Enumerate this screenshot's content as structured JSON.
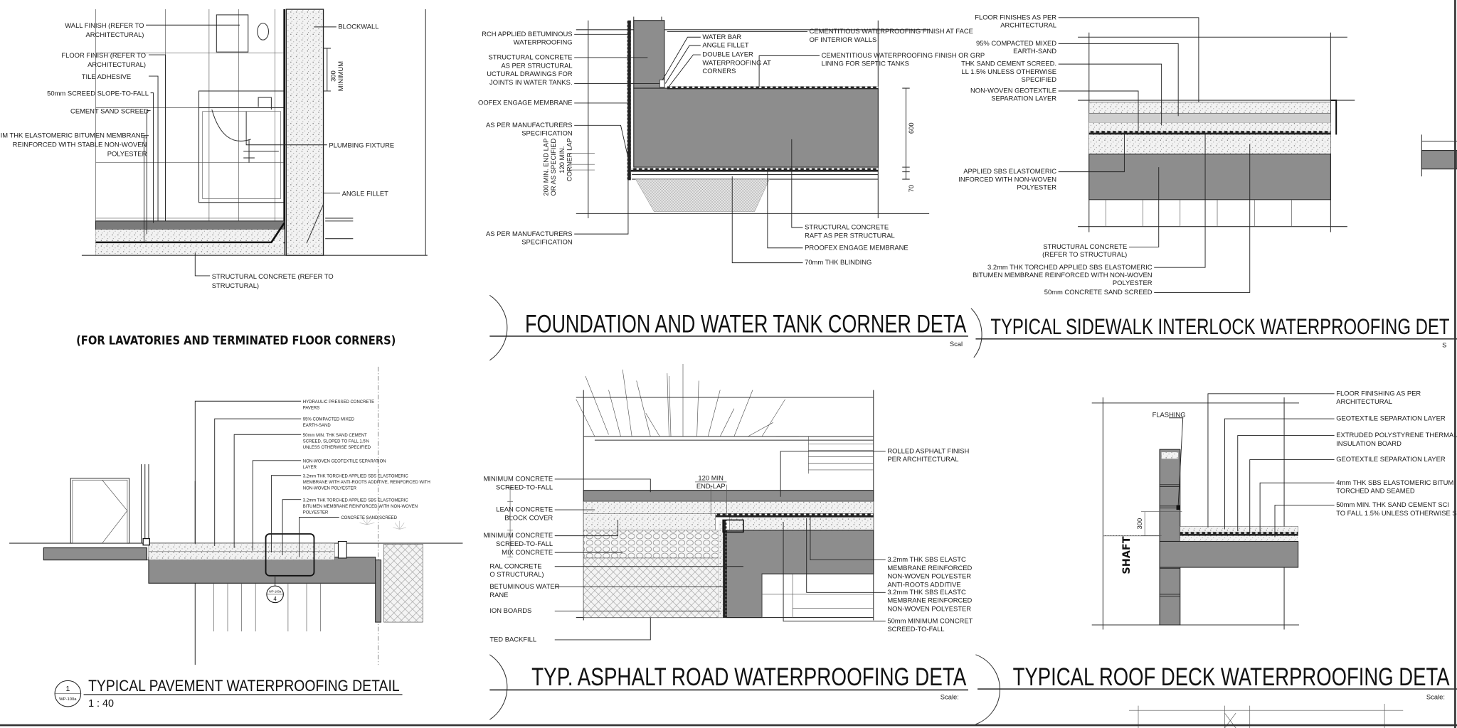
{
  "colors": {
    "concrete": "#8d8d8d",
    "ink": "#1a1a1a",
    "background": "#ffffff"
  },
  "panels": [
    {
      "id": "lavatory",
      "caption": "(FOR LAVATORIES AND TERMINATED FLOOR CORNERS)",
      "dimensions": [
        "300",
        "MINIMUM"
      ],
      "labels": [
        {
          "lines": [
            "WALL FINISH (REFER TO",
            "ARCHITECTURAL)"
          ]
        },
        {
          "lines": [
            "FLOOR FINISH (REFER TO",
            "ARCHITECTURAL)"
          ]
        },
        {
          "lines": [
            "TILE ADHESIVE"
          ]
        },
        {
          "lines": [
            "50mm SCREED SLOPE-TO-FALL"
          ]
        },
        {
          "lines": [
            "CEMENT SAND SCREED"
          ]
        },
        {
          "lines": [
            "IM THK ELASTOMERIC BITUMEN MEMBRANE,",
            "REINFORCED WITH STABLE NON-WOVEN",
            "POLYESTER"
          ]
        },
        {
          "lines": [
            "BLOCKWALL"
          ]
        },
        {
          "lines": [
            "PLUMBING FIXTURE"
          ]
        },
        {
          "lines": [
            "ANGLE FILLET"
          ]
        },
        {
          "lines": [
            "STRUCTURAL CONCRETE (REFER TO",
            "STRUCTURAL)"
          ]
        }
      ]
    },
    {
      "id": "foundation",
      "title": "FOUNDATION AND WATER TANK CORNER DETA",
      "scale_label": "Scal",
      "dimensions": [
        "600",
        "70",
        "200 MIN. END LAP",
        "OR AS SPECIFIED",
        "120 MIN.",
        "CORNER LAP"
      ],
      "labels": [
        {
          "lines": [
            "RCH APPLIED BETUMINOUS",
            "WATERPROOFING"
          ]
        },
        {
          "lines": [
            "STRUCTURAL CONCRETE",
            "AS PER STRUCTURAL",
            "UCTURAL  DRAWINGS FOR",
            "JOINTS IN WATER TANKS."
          ]
        },
        {
          "lines": [
            "OOFEX ENGAGE MEMBRANE"
          ]
        },
        {
          "lines": [
            "AS PER MANUFACTURERS",
            "SPECIFICATION"
          ]
        },
        {
          "lines": [
            "AS PER MANUFACTURERS",
            "SPECIFICATION"
          ]
        },
        {
          "lines": [
            "WATER BAR"
          ]
        },
        {
          "lines": [
            "ANGLE FILLET"
          ]
        },
        {
          "lines": [
            "DOUBLE LAYER",
            "WATERPROOFING AT",
            "CORNERS"
          ]
        },
        {
          "lines": [
            "CEMENTITIOUS WATERPROOFING FINISH AT FACE",
            "OF INTERIOR WALLS"
          ]
        },
        {
          "lines": [
            "CEMENTITIOUS WATERPROOFING FINISH OR GRP",
            "LINING  FOR SEPTIC TANKS"
          ]
        },
        {
          "lines": [
            "STRUCTURAL CONCRETE",
            "RAFT AS PER STRUCTURAL"
          ]
        },
        {
          "lines": [
            "PROOFEX ENGAGE MEMBRANE"
          ]
        },
        {
          "lines": [
            "70mm THK BLINDING"
          ]
        }
      ]
    },
    {
      "id": "sidewalk",
      "title": "TYPICAL SIDEWALK INTERLOCK WATERPROOFING DET",
      "scale_label": "S",
      "labels": [
        {
          "lines": [
            "FLOOR FINISHES AS PER",
            "ARCHITECTURAL"
          ]
        },
        {
          "lines": [
            "95% COMPACTED MIXED",
            "EARTH-SAND"
          ]
        },
        {
          "lines": [
            "THK SAND CEMENT SCREED.",
            "LL 1.5% UNLESS OTHERWISE",
            "SPECIFIED"
          ]
        },
        {
          "lines": [
            "NON-WOVEN GEOTEXTILE",
            "SEPARATION LAYER"
          ]
        },
        {
          "lines": [
            "APPLIED SBS ELASTOMERIC",
            "INFORCED WITH NON-WOVEN",
            "POLYESTER"
          ]
        },
        {
          "lines": [
            "STRUCTURAL CONCRETE",
            "(REFER TO STRUCTURAL)"
          ]
        },
        {
          "lines": [
            "3.2mm THK TORCHED APPLIED SBS ELASTOMERIC",
            "BITUMEN MEMBRANE REINFORCED WITH NON-WOVEN",
            "POLYESTER"
          ]
        },
        {
          "lines": [
            "50mm CONCRETE SAND SCREED"
          ]
        }
      ]
    },
    {
      "id": "pavement",
      "title": "TYPICAL PAVEMENT WATERPROOFING DETAIL",
      "scale_label": "1 : 40",
      "detail_number": "1",
      "sheet_ref": "WP-100a",
      "callout": {
        "sheet": "WP-100a",
        "number": "4"
      },
      "labels": [
        {
          "lines": [
            "HYDRAULIC PRESSED CONCRETE",
            "PAVERS"
          ]
        },
        {
          "lines": [
            "95% COMPACTED MIXED",
            "EARTH-SAND"
          ]
        },
        {
          "lines": [
            "50mm MIN. THK SAND CEMENT",
            "SCREED, SLOPED TO FALL 1.5%",
            "UNLESS OTHERWISE SPECIFIED"
          ]
        },
        {
          "lines": [
            "NON-WOVEN GEOTEXTILE SEPARATION",
            "LAYER"
          ]
        },
        {
          "lines": [
            "3.2mm THK TORCHED APPLIED SBS ELASTOMERIC",
            "MEMBRANE WITH ANTI-ROOTS ADDITIVE, REINFORCED WITH",
            "NON-WOVEN POLYESTER"
          ]
        },
        {
          "lines": [
            "3.2mm THK TORCHED APPLIED SBS ELASTOMERIC",
            "BITUMEN MEMBRANE REINFORCED WITH NON-WOVEN",
            "POLYESTER"
          ]
        },
        {
          "lines": [
            "CONCRETE SAND SCREED"
          ]
        }
      ]
    },
    {
      "id": "asphalt",
      "title": "TYP. ASPHALT ROAD WATERPROOFING DETA",
      "scale_label": "Scale:",
      "dimensions": [
        "120 MIN",
        "END-LAP"
      ],
      "labels": [
        {
          "lines": [
            "MINIMUM CONCRETE",
            "SCREED-TO-FALL"
          ]
        },
        {
          "lines": [
            "LEAN CONCRETE",
            "BLOCK COVER"
          ]
        },
        {
          "lines": [
            "MINIMUM CONCRETE",
            "SCREED-TO-FALL",
            "MIX CONCRETE"
          ]
        },
        {
          "lines": [
            "RAL CONCRETE",
            "O STRUCTURAL)"
          ]
        },
        {
          "lines": [
            "BETUMINOUS WATER",
            "RANE"
          ]
        },
        {
          "lines": [
            "ION BOARDS"
          ]
        },
        {
          "lines": [
            "TED BACKFILL"
          ]
        },
        {
          "lines": [
            "ROLLED ASPHALT FINISH",
            "PER ARCHITECTURAL"
          ]
        },
        {
          "lines": [
            "3.2mm THK SBS ELASTC",
            "MEMBRANE REINFORCED",
            "NON-WOVEN POLYESTER",
            "ANTI-ROOTS ADDITIVE"
          ]
        },
        {
          "lines": [
            "3.2mm THK SBS ELASTC",
            "MEMBRANE REINFORCED",
            "NON-WOVEN POLYESTER"
          ]
        },
        {
          "lines": [
            "50mm MINIMUM CONCRET",
            "SCREED-TO-FALL"
          ]
        }
      ]
    },
    {
      "id": "roofdeck",
      "title": "TYPICAL ROOF DECK WATERPROOFING DETA",
      "scale_label": "Scale:",
      "dimensions": [
        "300"
      ],
      "zone_label": "SHAFT",
      "labels": [
        {
          "lines": [
            "FLOOR FINISHING AS PER",
            "ARCHITECTURAL"
          ]
        },
        {
          "lines": [
            "GEOTEXTILE SEPARATION LAYER"
          ]
        },
        {
          "lines": [
            "EXTRUDED POLYSTYRENE THERMAL",
            "INSULATION BOARD"
          ]
        },
        {
          "lines": [
            "GEOTEXTILE SEPARATION LAYER"
          ]
        },
        {
          "lines": [
            "4mm THK SBS ELASTOMERIC BITUM",
            "TORCHED AND SEAMED"
          ]
        },
        {
          "lines": [
            "50mm MIN. THK SAND CEMENT SCI",
            "TO FALL 1.5% UNLESS OTHERWISE S"
          ]
        },
        {
          "lines": [
            "FLASHING"
          ]
        }
      ]
    }
  ]
}
